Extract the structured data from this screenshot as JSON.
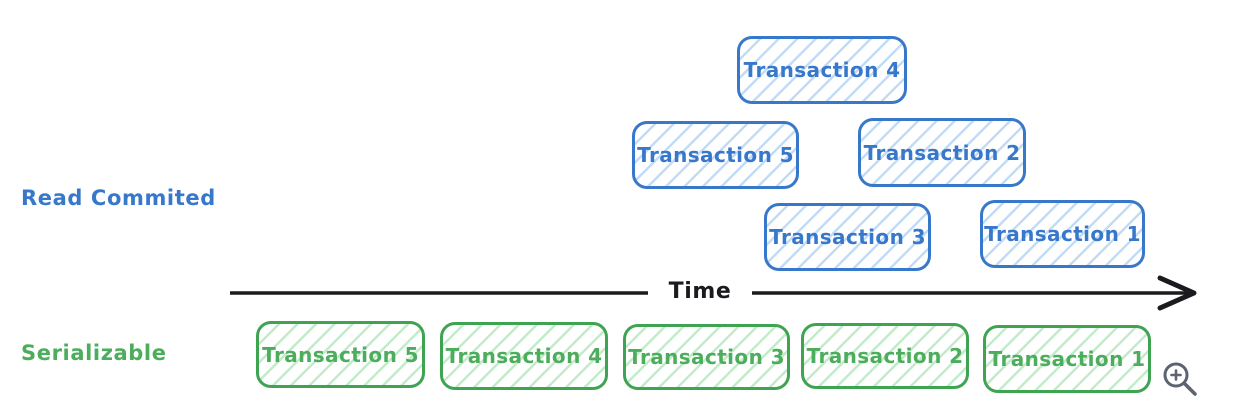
{
  "colors": {
    "background": "#ffffff",
    "blue_stroke": "#3878cb",
    "blue_hatch": "#c3dcf5",
    "green_stroke": "#3fa452",
    "green_text": "#4cad5d",
    "green_hatch": "#c2ebca",
    "axis_color": "#1b1b1f",
    "icon_gray": "#5b6470"
  },
  "rows": {
    "read_committed": {
      "label": "Read Commited",
      "transactions": [
        "Transaction 4",
        "Transaction 5",
        "Transaction 2",
        "Transaction 3",
        "Transaction 1"
      ]
    },
    "serializable": {
      "label": "Serializable",
      "transactions": [
        "Transaction 5",
        "Transaction 4",
        "Transaction 3",
        "Transaction 2",
        "Transaction 1"
      ]
    }
  },
  "axis": {
    "label": "Time"
  },
  "icons": {
    "zoom": "zoom-in-icon"
  }
}
